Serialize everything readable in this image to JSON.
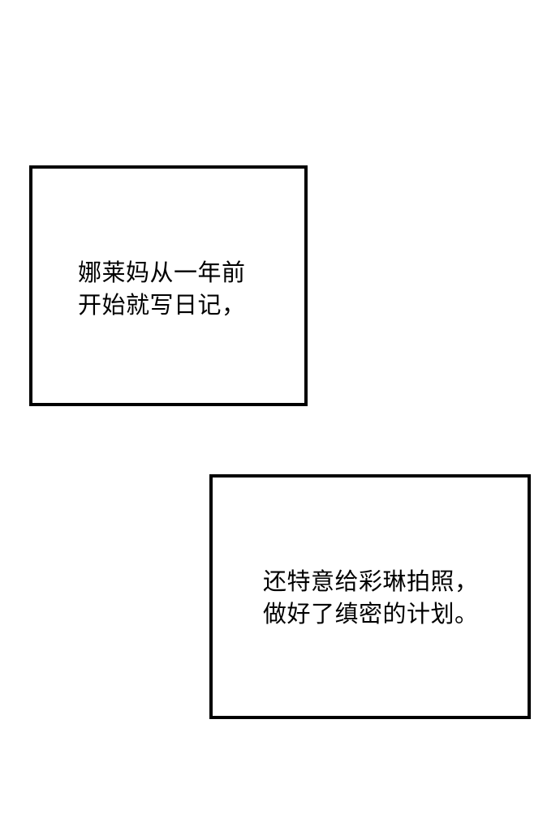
{
  "captions": [
    {
      "lines": [
        "娜莱妈从一年前",
        "开始就写日记，"
      ]
    },
    {
      "lines": [
        "还特意给彩琳拍照，",
        "做好了缜密的计划。"
      ]
    }
  ]
}
